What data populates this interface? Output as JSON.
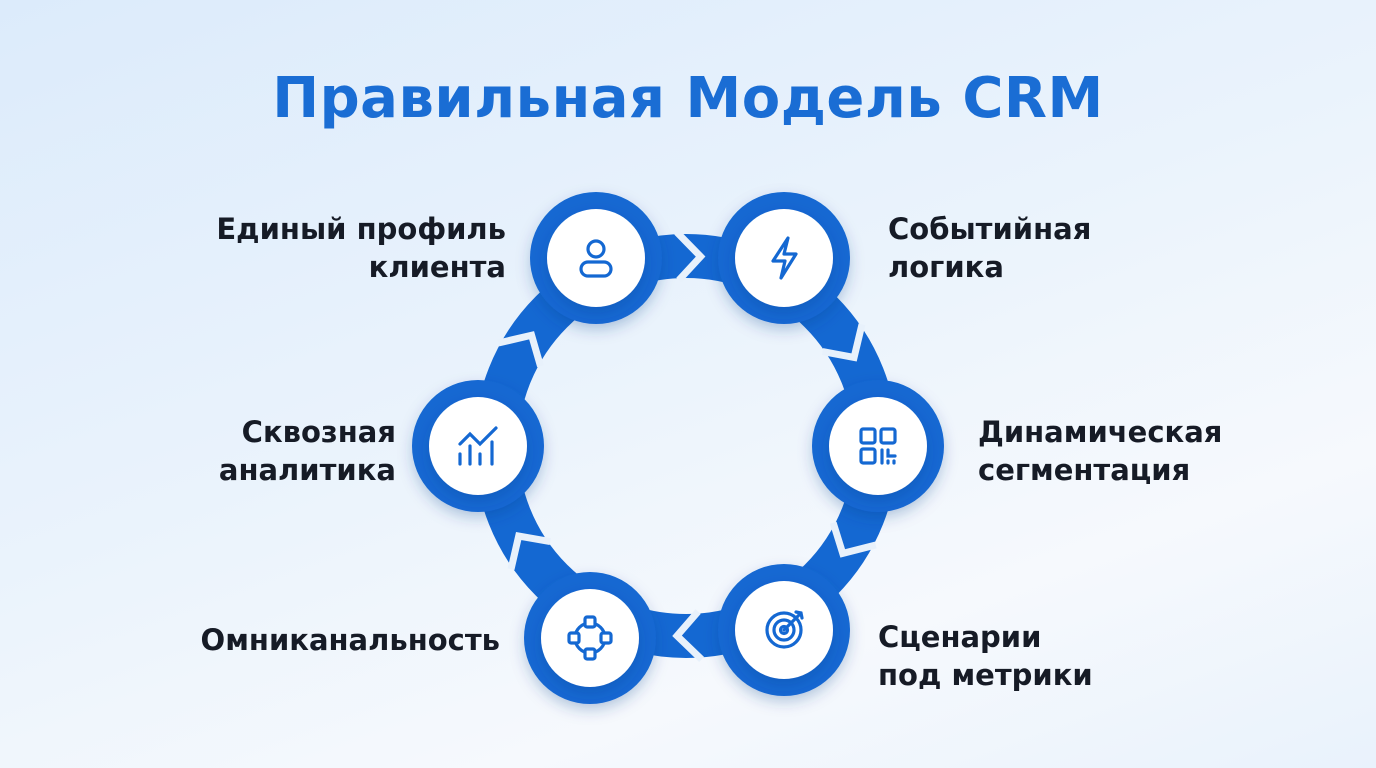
{
  "title": "Правильная Модель CRM",
  "colors": {
    "accent": "#1468d2",
    "title": "#1a6dd4",
    "text": "#161b26"
  },
  "steps": [
    {
      "label_line1": "Единый профиль",
      "label_line2": "клиента",
      "icon": "user-icon"
    },
    {
      "label_line1": "Событийная",
      "label_line2": "логика",
      "icon": "lightning-icon"
    },
    {
      "label_line1": "Динамическая",
      "label_line2": "сегментация",
      "icon": "segments-grid-icon"
    },
    {
      "label_line1": "Сценарии",
      "label_line2": "под метрики",
      "icon": "target-icon"
    },
    {
      "label_line1": "Омниканальность",
      "label_line2": "",
      "icon": "network-icon"
    },
    {
      "label_line1": "Сквозная",
      "label_line2": "аналитика",
      "icon": "analytics-chart-icon"
    }
  ]
}
